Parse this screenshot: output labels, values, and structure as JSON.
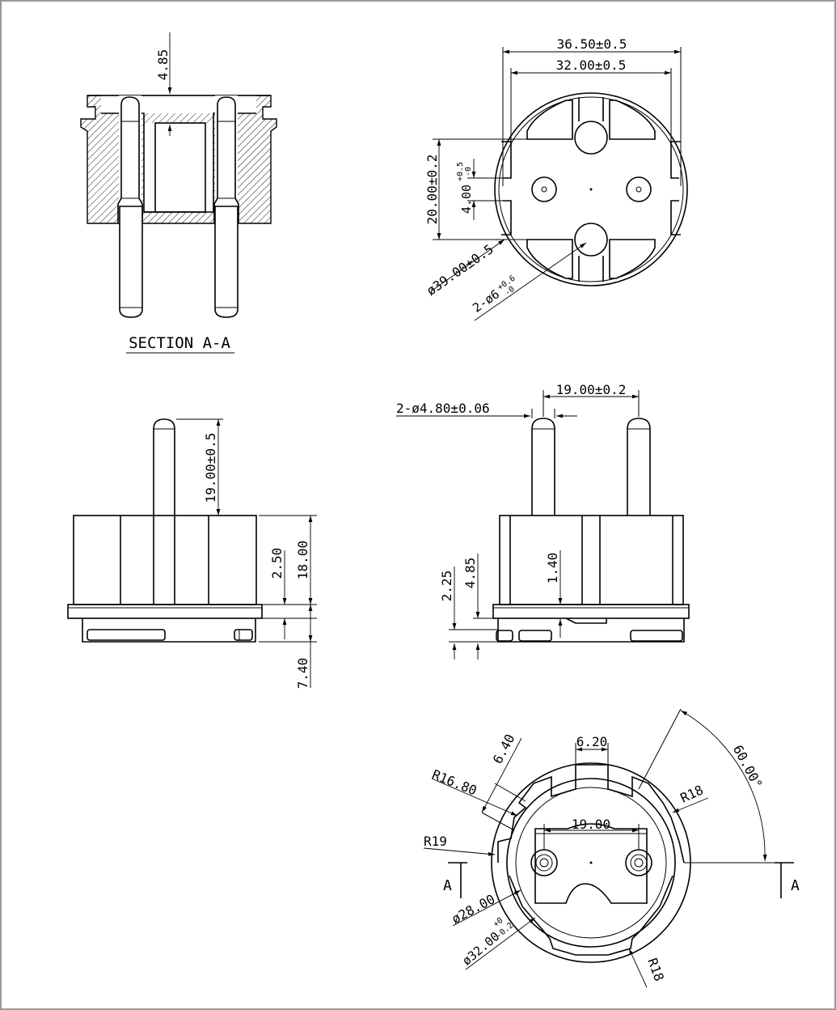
{
  "section_caption": "SECTION A-A",
  "dims": {
    "top_gap": "4.85",
    "outer_width": "36.50±0.5",
    "inner_width": "32.00±0.5",
    "slot_height": "20.00±0.2",
    "slot_width_base": "4.00",
    "slot_width_tol_upper": "+0.5",
    "slot_width_tol_lower": "-0",
    "outer_diameter": "ø39.00±0.5",
    "pin_hole_base": "2-ø6",
    "pin_hole_tol_upper": "+0.6",
    "pin_hole_tol_lower": "-0",
    "pin_diameter": "2-ø4.80±0.06",
    "pin_spacing": "19.00±0.2",
    "pin_length": "19.00±0.5",
    "body_step": "2.50",
    "body_height": "18.00",
    "base_thickness": "7.40",
    "rim_a": "2.25",
    "rim_b": "4.85",
    "rim_c": "1.40",
    "key_width": "6.20",
    "key_depth": "6.40",
    "radius_inner": "R16.80",
    "radius_a": "R18",
    "radius_b": "R18",
    "radius_outer": "R19",
    "angle": "60.00°",
    "pin_spacing_bottom": "19.00",
    "bore_diameter": "ø28.00",
    "base_diameter_base": "ø32.00",
    "base_diameter_tol_upper": "+0",
    "base_diameter_tol_lower": "-0.2",
    "section_mark_left": "A",
    "section_mark_right": "A"
  }
}
